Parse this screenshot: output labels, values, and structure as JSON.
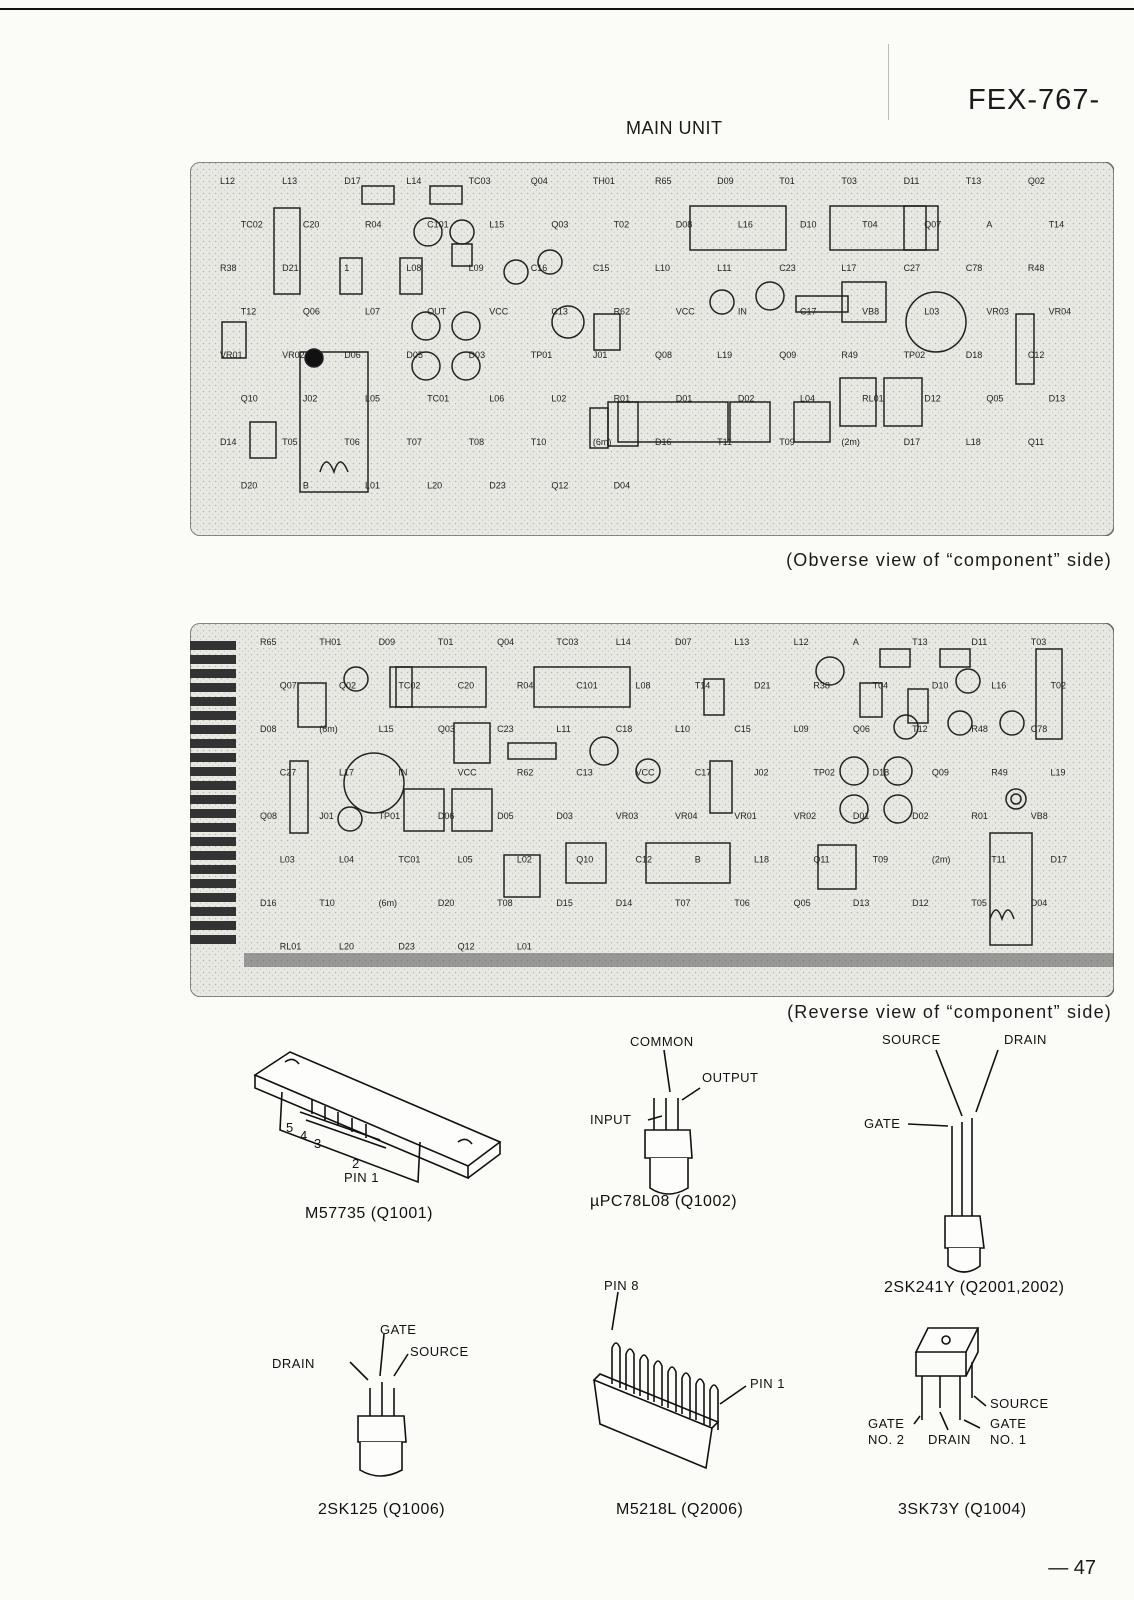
{
  "header": {
    "model": "FEX-767-",
    "unit_title": "MAIN UNIT"
  },
  "boards": [
    {
      "caption": "(Obverse view of “component” side)",
      "labels": [
        "L12",
        "L13",
        "D17",
        "L14",
        "TC03",
        "Q04",
        "TH01",
        "R65",
        "D09",
        "T01",
        "T03",
        "D11",
        "T13",
        "Q02",
        "TC02",
        "C20",
        "R04",
        "C101",
        "L15",
        "Q03",
        "T02",
        "D08",
        "L16",
        "D10",
        "T04",
        "Q07",
        "A",
        "T14",
        "R38",
        "D21",
        "1",
        "L08",
        "L09",
        "C16",
        "C15",
        "L10",
        "L11",
        "C23",
        "L17",
        "C27",
        "C78",
        "R48",
        "T12",
        "Q06",
        "L07",
        "OUT",
        "VCC",
        "C13",
        "R62",
        "VCC",
        "IN",
        "C17",
        "VB8",
        "L03",
        "VR03",
        "VR04",
        "VR01",
        "VR02",
        "D06",
        "D05",
        "D03",
        "TP01",
        "J01",
        "Q08",
        "L19",
        "Q09",
        "R49",
        "TP02",
        "D18",
        "C12",
        "Q10",
        "J02",
        "L05",
        "TC01",
        "L06",
        "L02",
        "R01",
        "D01",
        "D02",
        "L04",
        "RL01",
        "D12",
        "Q05",
        "D13",
        "D14",
        "T05",
        "T06",
        "T07",
        "T08",
        "T10",
        "(6m)",
        "D16",
        "T11",
        "T09",
        "(2m)",
        "D17",
        "L18",
        "Q11",
        "D20",
        "B",
        "L01",
        "L20",
        "D23",
        "Q12",
        "D04"
      ]
    },
    {
      "caption": "(Reverse view of “component” side)",
      "labels": [
        "R65",
        "TH01",
        "D09",
        "T01",
        "Q04",
        "TC03",
        "L14",
        "D07",
        "L13",
        "L12",
        "A",
        "T13",
        "D11",
        "T03",
        "Q07",
        "Q02",
        "TC02",
        "C20",
        "R04",
        "C101",
        "L08",
        "T14",
        "D21",
        "R38",
        "T04",
        "D10",
        "L16",
        "T02",
        "D08",
        "(6m)",
        "L15",
        "Q03",
        "C23",
        "L11",
        "C18",
        "L10",
        "C15",
        "L09",
        "Q06",
        "T12",
        "R48",
        "C78",
        "C27",
        "L17",
        "IN",
        "VCC",
        "R62",
        "C13",
        "VCC",
        "C17",
        "J02",
        "TP02",
        "D18",
        "Q09",
        "R49",
        "L19",
        "Q08",
        "J01",
        "TP01",
        "D06",
        "D05",
        "D03",
        "VR03",
        "VR04",
        "VR01",
        "VR02",
        "D01",
        "D02",
        "R01",
        "VB8",
        "L03",
        "L04",
        "TC01",
        "L05",
        "L02",
        "Q10",
        "C12",
        "B",
        "L18",
        "Q11",
        "T09",
        "(2m)",
        "T11",
        "D17",
        "D16",
        "T10",
        "(6m)",
        "D20",
        "T08",
        "D15",
        "D14",
        "T07",
        "T06",
        "Q05",
        "D13",
        "D12",
        "T05",
        "D04",
        "RL01",
        "L20",
        "D23",
        "Q12",
        "L01"
      ]
    }
  ],
  "parts": [
    {
      "name": "M57735 (Q1001)",
      "pins": [
        "5",
        "4",
        "3",
        "2",
        "PIN 1"
      ]
    },
    {
      "name": "µPC78L08 (Q1002)",
      "pins": [
        "COMMON",
        "OUTPUT",
        "INPUT"
      ]
    },
    {
      "name": "2SK241Y (Q2001,2002)",
      "pins": [
        "SOURCE",
        "DRAIN",
        "GATE"
      ]
    },
    {
      "name": "2SK125 (Q1006)",
      "pins": [
        "GATE",
        "DRAIN",
        "SOURCE"
      ]
    },
    {
      "name": "M5218L (Q2006)",
      "pins": [
        "PIN 8",
        "PIN 1"
      ]
    },
    {
      "name": "3SK73Y (Q1004)",
      "pins": [
        "SOURCE",
        "GATE",
        "NO. 1",
        "GATE",
        "NO. 2",
        "DRAIN"
      ]
    }
  ],
  "footer": {
    "page_number": "— 47"
  }
}
